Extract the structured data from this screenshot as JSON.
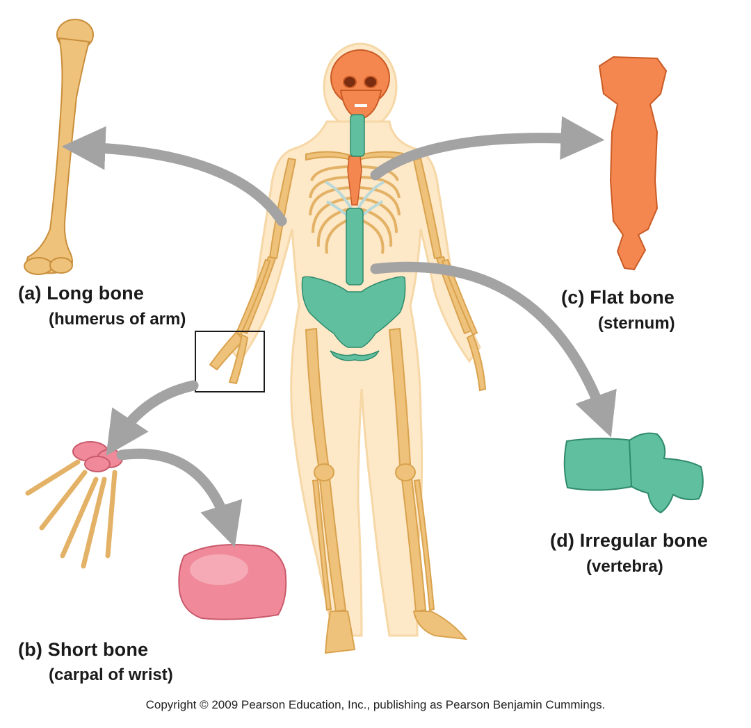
{
  "labels": {
    "a_title": "(a) Long bone",
    "a_sub": "(humerus of arm)",
    "b_title": "(b) Short bone",
    "b_sub": "(carpal of wrist)",
    "c_title": "(c) Flat bone",
    "c_sub": "(sternum)",
    "d_title": "(d) Irregular bone",
    "d_sub": "(vertebra)"
  },
  "copyright": "Copyright © 2009 Pearson Education, Inc., publishing as Pearson Benjamin Cummings.",
  "colors": {
    "long_bone": "#eec27a",
    "short_bone": "#f08a9a",
    "flat_bone": "#f4874f",
    "irregular_bone": "#5fbf9f",
    "arrow": "#a3a3a3",
    "body_outline": "#fbe3bf"
  }
}
